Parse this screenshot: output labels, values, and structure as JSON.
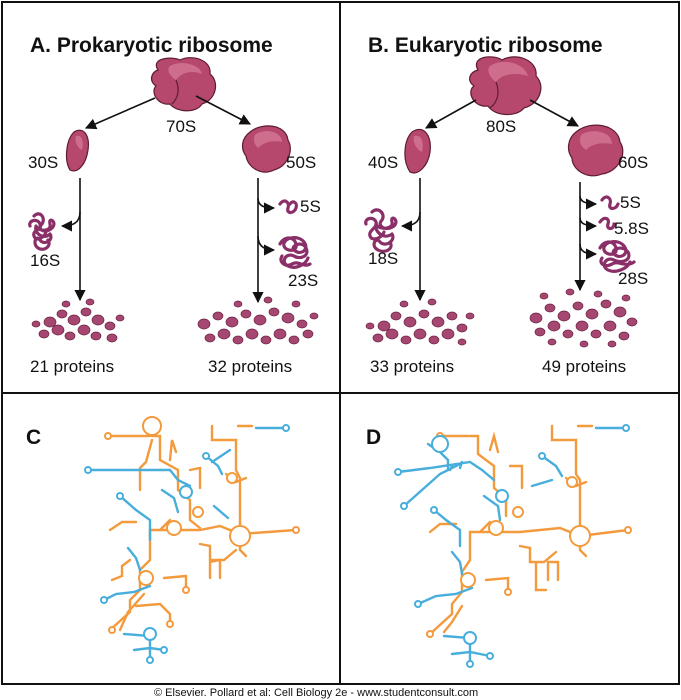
{
  "panel_a": {
    "title": "A. Prokaryotic ribosome",
    "whole": "70S",
    "small_subunit": "30S",
    "large_subunit": "50S",
    "small_rrna": "16S",
    "large_rrna": [
      "5S",
      "23S"
    ],
    "small_proteins": "21 proteins",
    "large_proteins": "32 proteins"
  },
  "panel_b": {
    "title": "B. Eukaryotic ribosome",
    "whole": "80S",
    "small_subunit": "40S",
    "large_subunit": "60S",
    "small_rrna": "18S",
    "large_rrna": [
      "5S",
      "5.8S",
      "28S"
    ],
    "small_proteins": "33 proteins",
    "large_proteins": "49 proteins"
  },
  "panel_c": {
    "letter": "C"
  },
  "panel_d": {
    "letter": "D"
  },
  "colors": {
    "ribosome": "#b5486c",
    "rrna_orange": "#f39a3d",
    "rrna_blue": "#48aedc",
    "protein": "#a54770"
  },
  "credit": "© Elsevier. Pollard et al: Cell Biology 2e - www.studentconsult.com"
}
